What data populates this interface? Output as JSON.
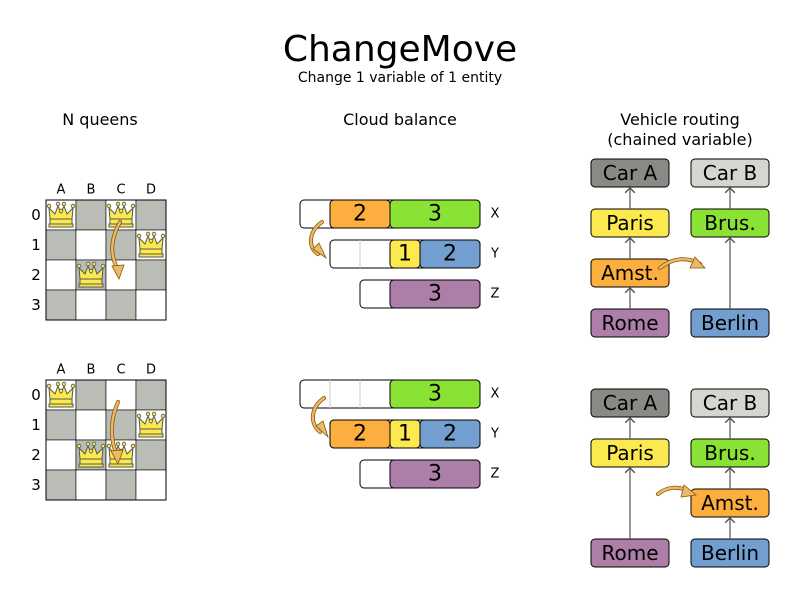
{
  "header": {
    "title": "ChangeMove",
    "subtitle": "Change 1 variable of 1 entity"
  },
  "sections": {
    "nqueens": {
      "title": "N queens"
    },
    "cloud": {
      "title": "Cloud balance"
    },
    "vrp": {
      "title": "Vehicle routing",
      "subtitle": "(chained variable)"
    }
  },
  "nqueens": {
    "columns": [
      "A",
      "B",
      "C",
      "D"
    ],
    "rows": [
      "0",
      "1",
      "2",
      "3"
    ],
    "before": {
      "queens": [
        [
          "A",
          "0"
        ],
        [
          "C",
          "0"
        ],
        [
          "D",
          "1"
        ],
        [
          "B",
          "2"
        ]
      ]
    },
    "after": {
      "queens": [
        [
          "A",
          "0"
        ],
        [
          "D",
          "1"
        ],
        [
          "B",
          "2"
        ],
        [
          "C",
          "2"
        ]
      ]
    }
  },
  "cloud": {
    "computers": [
      "X",
      "Y",
      "Z"
    ],
    "before": {
      "X": [
        {
          "label": "2",
          "color": "#fcaf3e"
        },
        {
          "label": "3",
          "color": "#8ae234"
        }
      ],
      "Y": [
        {
          "label": "1",
          "color": "#fce94f"
        },
        {
          "label": "2",
          "color": "#729fcf"
        }
      ],
      "Z": [
        {
          "label": "3",
          "color": "#ad7fa8"
        }
      ]
    },
    "after": {
      "X": [
        {
          "label": "3",
          "color": "#8ae234"
        }
      ],
      "Y": [
        {
          "label": "2",
          "color": "#fcaf3e"
        },
        {
          "label": "1",
          "color": "#fce94f"
        },
        {
          "label": "2",
          "color": "#729fcf"
        }
      ],
      "Z": [
        {
          "label": "3",
          "color": "#ad7fa8"
        }
      ]
    }
  },
  "vrp": {
    "vehicles": {
      "car_a": {
        "label": "Car A",
        "color": "#888a85"
      },
      "car_b": {
        "label": "Car B",
        "color": "#d3d7cf"
      }
    },
    "customers": {
      "paris": {
        "label": "Paris",
        "color": "#fce94f"
      },
      "amst": {
        "label": "Amst.",
        "color": "#fcaf3e"
      },
      "rome": {
        "label": "Rome",
        "color": "#ad7fa8"
      },
      "brus": {
        "label": "Brus.",
        "color": "#8ae234"
      },
      "berlin": {
        "label": "Berlin",
        "color": "#729fcf"
      }
    }
  },
  "colors": {
    "board_dark": "#babdb6",
    "board_light": "#ffffff",
    "arrow": "#e9b96e",
    "queen_fill": "#fce94f",
    "queen_stroke": "#555753"
  }
}
